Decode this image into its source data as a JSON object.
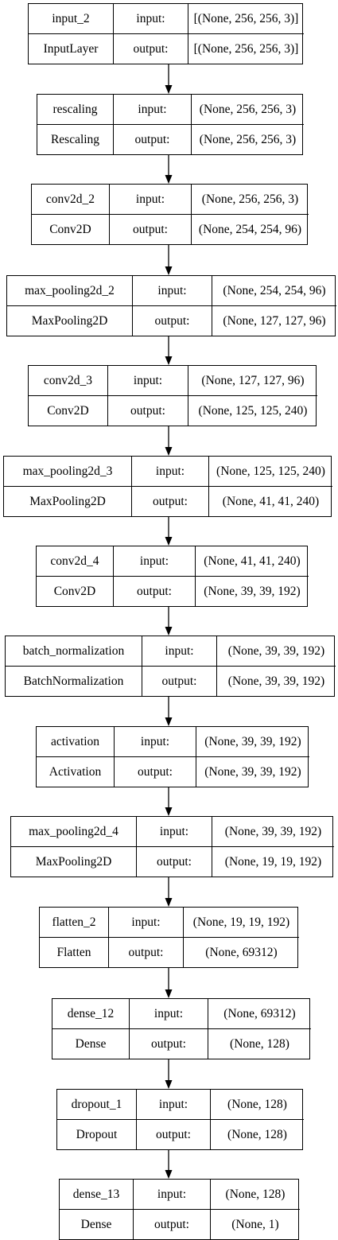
{
  "layers": [
    {
      "name": "input_2",
      "class": "InputLayer",
      "input_label": "input:",
      "input_shape": "[(None, 256, 256, 3)]",
      "output_label": "output:",
      "output_shape": "[(None, 256, 256, 3)]"
    },
    {
      "name": "rescaling",
      "class": "Rescaling",
      "input_label": "input:",
      "input_shape": "(None, 256, 256, 3)",
      "output_label": "output:",
      "output_shape": "(None, 256, 256, 3)"
    },
    {
      "name": "conv2d_2",
      "class": "Conv2D",
      "input_label": "input:",
      "input_shape": "(None, 256, 256, 3)",
      "output_label": "output:",
      "output_shape": "(None, 254, 254, 96)"
    },
    {
      "name": "max_pooling2d_2",
      "class": "MaxPooling2D",
      "input_label": "input:",
      "input_shape": "(None, 254, 254, 96)",
      "output_label": "output:",
      "output_shape": "(None, 127, 127, 96)"
    },
    {
      "name": "conv2d_3",
      "class": "Conv2D",
      "input_label": "input:",
      "input_shape": "(None, 127, 127, 96)",
      "output_label": "output:",
      "output_shape": "(None, 125, 125, 240)"
    },
    {
      "name": "max_pooling2d_3",
      "class": "MaxPooling2D",
      "input_label": "input:",
      "input_shape": "(None, 125, 125, 240)",
      "output_label": "output:",
      "output_shape": "(None, 41, 41, 240)"
    },
    {
      "name": "conv2d_4",
      "class": "Conv2D",
      "input_label": "input:",
      "input_shape": "(None, 41, 41, 240)",
      "output_label": "output:",
      "output_shape": "(None, 39, 39, 192)"
    },
    {
      "name": "batch_normalization",
      "class": "BatchNormalization",
      "input_label": "input:",
      "input_shape": "(None, 39, 39, 192)",
      "output_label": "output:",
      "output_shape": "(None, 39, 39, 192)"
    },
    {
      "name": "activation",
      "class": "Activation",
      "input_label": "input:",
      "input_shape": "(None, 39, 39, 192)",
      "output_label": "output:",
      "output_shape": "(None, 39, 39, 192)"
    },
    {
      "name": "max_pooling2d_4",
      "class": "MaxPooling2D",
      "input_label": "input:",
      "input_shape": "(None, 39, 39, 192)",
      "output_label": "output:",
      "output_shape": "(None, 19, 19, 192)"
    },
    {
      "name": "flatten_2",
      "class": "Flatten",
      "input_label": "input:",
      "input_shape": "(None, 19, 19, 192)",
      "output_label": "output:",
      "output_shape": "(None, 69312)"
    },
    {
      "name": "dense_12",
      "class": "Dense",
      "input_label": "input:",
      "input_shape": "(None, 69312)",
      "output_label": "output:",
      "output_shape": "(None, 128)"
    },
    {
      "name": "dropout_1",
      "class": "Dropout",
      "input_label": "input:",
      "input_shape": "(None, 128)",
      "output_label": "output:",
      "output_shape": "(None, 128)"
    },
    {
      "name": "dense_13",
      "class": "Dense",
      "input_label": "input:",
      "input_shape": "(None, 128)",
      "output_label": "output:",
      "output_shape": "(None, 1)"
    }
  ]
}
